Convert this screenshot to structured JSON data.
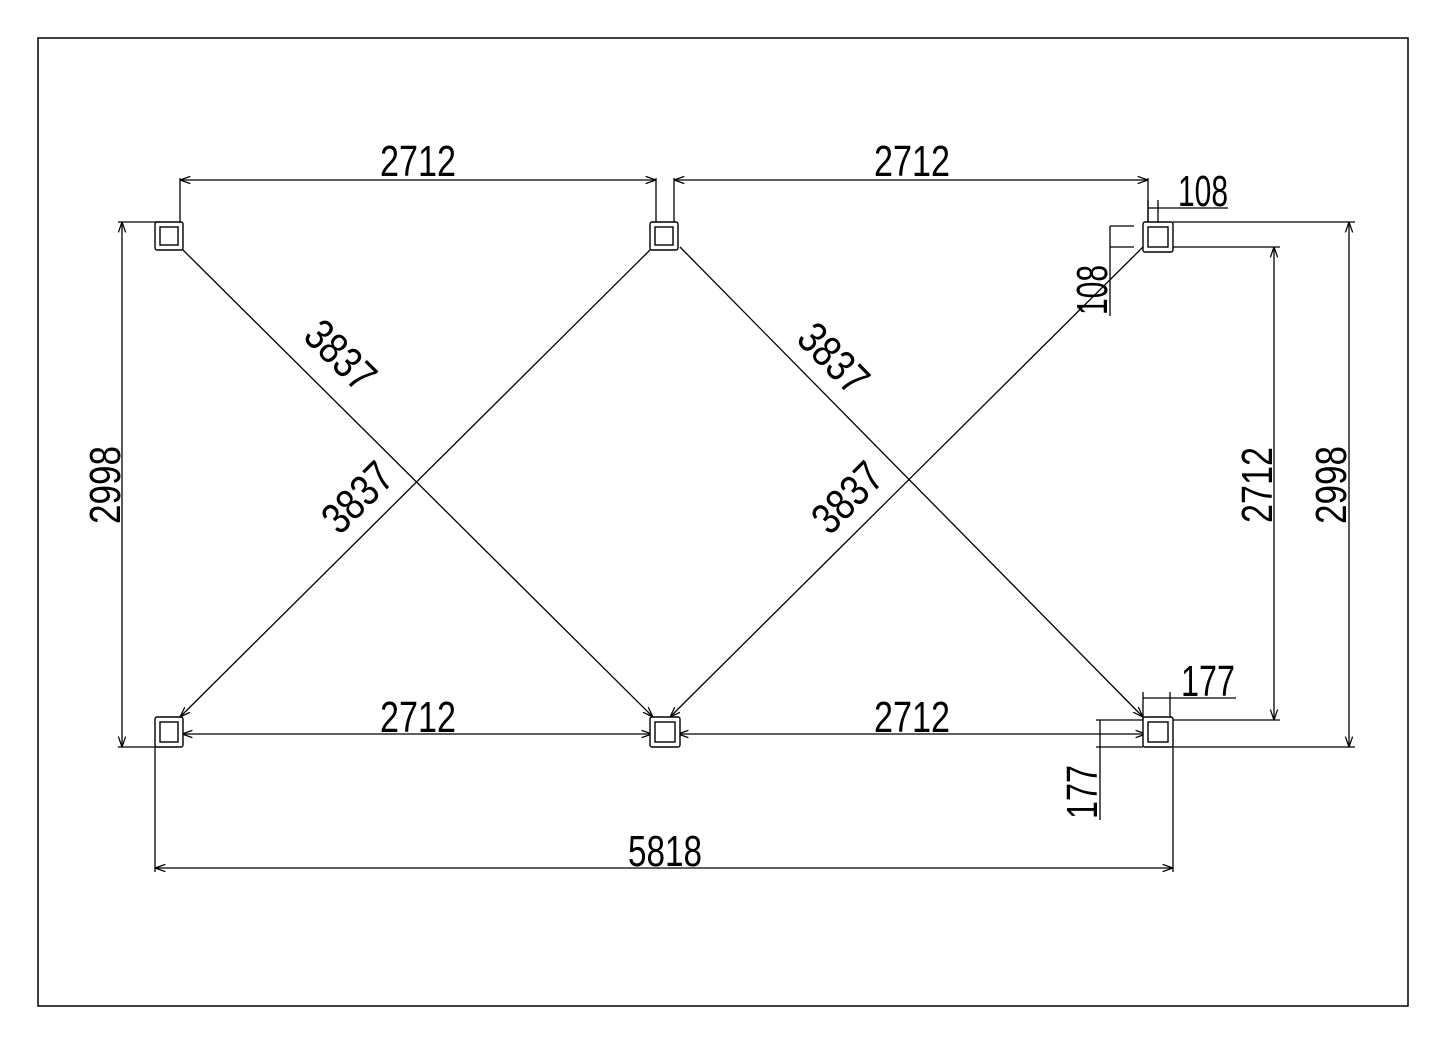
{
  "colors": {
    "ink": "#000000",
    "paper": "#ffffff"
  },
  "dimensions": {
    "top_left_span": "2712",
    "top_right_span": "2712",
    "bottom_left_span": "2712",
    "bottom_right_span": "2712",
    "overall_length": "5818",
    "left_height": "2998",
    "right_outer_height": "2998",
    "right_inner_height": "2712",
    "diagonal_top_left": "3837",
    "diagonal_mid_left": "3837",
    "diagonal_top_middle": "3837",
    "diagonal_mid_right": "3837",
    "offset_top_horizontal": "108",
    "offset_top_vertical": "108",
    "offset_bottom_horizontal": "177",
    "offset_bottom_vertical": "177"
  }
}
